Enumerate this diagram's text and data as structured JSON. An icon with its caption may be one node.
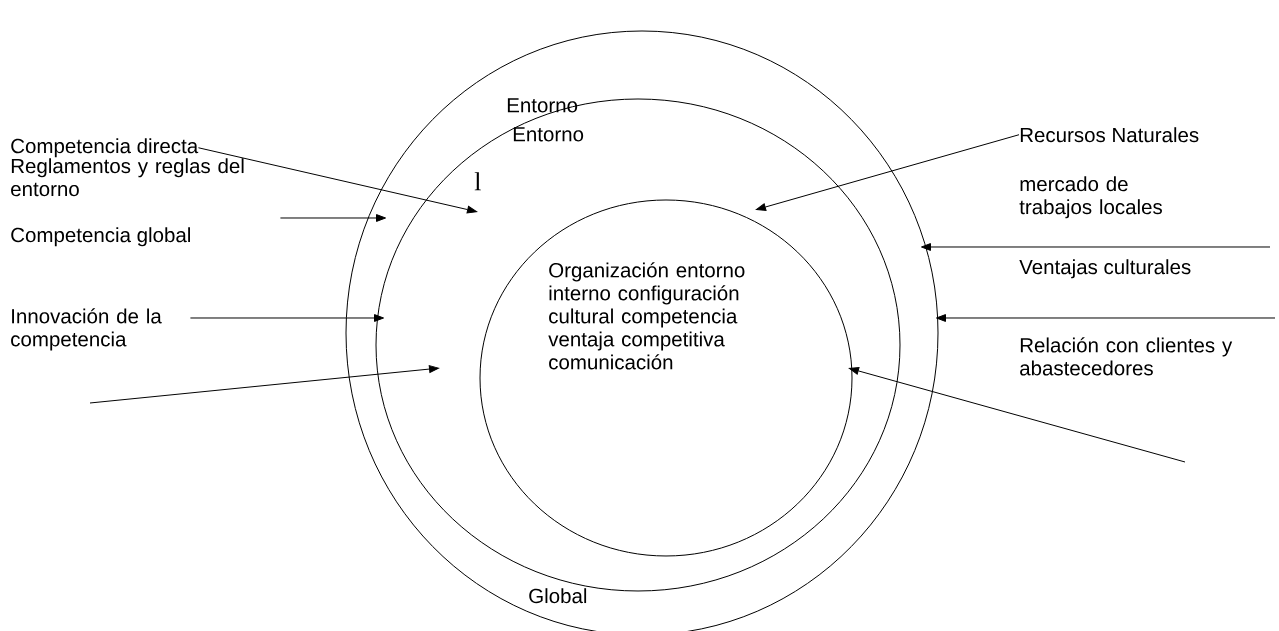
{
  "diagram": {
    "nodes": [
      {
        "text": [
          "Entorno",
          "Global"
        ]
      },
      {
        "text": [
          "Entorno"
        ],
        "in": 0
      },
      {
        "text": [
          "Organización entorno interno configuración cultural competencia ventaja competitiva comunicación"
        ],
        "in": 1
      },
      {
        "text": [
          "Competencia directa"
        ]
      },
      {
        "text": [
          "Reglamentos y reglas del entorno"
        ]
      },
      {
        "text": [
          "Innovación de la competencia"
        ]
      },
      {
        "text": [
          "Recursos Naturales"
        ]
      }
    ],
    "edges": [
      {
        "from": 3,
        "to": 1,
        "arrow": "to"
      },
      {
        "from": 4,
        "to": 0,
        "arrow": "to"
      },
      {
        "from": 5,
        "to": 0,
        "arrow": "to"
      },
      {
        "from": null,
        "to": 1,
        "arrow": "to"
      },
      {
        "from": 6,
        "to": 2,
        "arrow": "to"
      },
      {
        "from": null,
        "to": 0,
        "arrow": "to"
      },
      {
        "from": null,
        "to": 0,
        "arrow": "to"
      },
      {
        "from": null,
        "to": 2,
        "arrow": "to"
      }
    ],
    "labels": [
      "Competencia global",
      "l",
      "mercado de trabajos locales",
      "Ventajas culturales",
      "Relación con clientes y abastecedores"
    ]
  }
}
